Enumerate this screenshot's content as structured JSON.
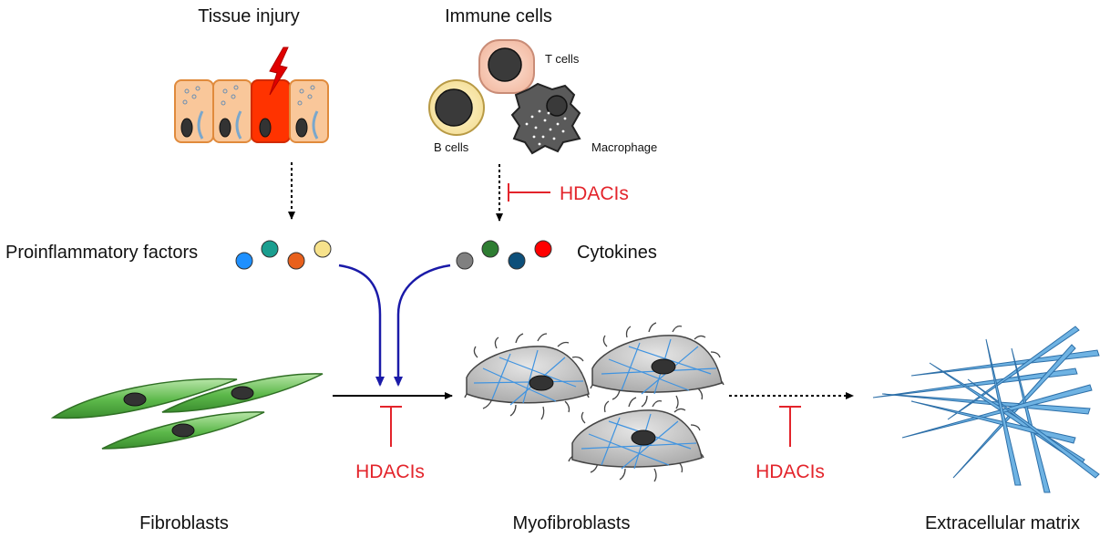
{
  "labels": {
    "tissue_injury": "Tissue injury",
    "immune_cells": "Immune cells",
    "t_cells": "T cells",
    "b_cells": "B cells",
    "macrophage": "Macrophage",
    "proinflammatory_factors": "Proinflammatory factors",
    "cytokines": "Cytokines",
    "fibroblasts": "Fibroblasts",
    "myofibroblasts": "Myofibroblasts",
    "extracellular_matrix": "Extracellular matrix"
  },
  "inhibitors": {
    "immune_to_cytokines": "HDACIs",
    "fibroblast_to_myofibroblast": "HDACIs",
    "myofibroblast_to_ecm": "HDACIs"
  },
  "colors": {
    "inhibitor": "#e3242b",
    "signal_arrow": "#1a1aa8",
    "fibroblast": "#5cb84a",
    "myofibroblast": "#c8c8c8",
    "matrix_fiber": "#6fb3e3",
    "epithelial_cell": "#f9c79a",
    "injured_cell": "#ff3300",
    "proinflammatory_factors": [
      "#1e90ff",
      "#1a9e8f",
      "#e8601c",
      "#f7e28b"
    ],
    "cytokines": [
      "#808080",
      "#2e7d32",
      "#0d4f7a",
      "#ff0000"
    ]
  }
}
